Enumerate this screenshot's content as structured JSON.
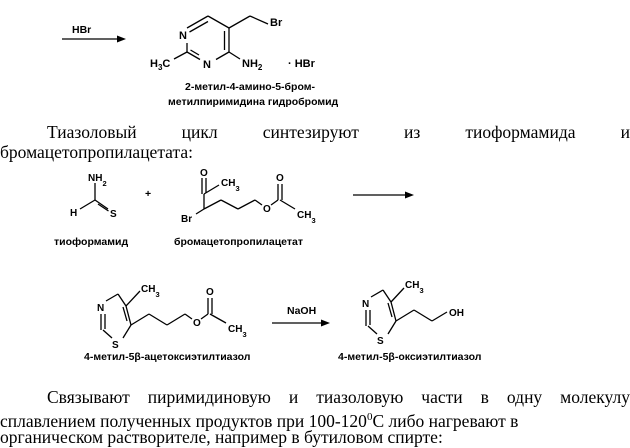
{
  "reaction1": {
    "reagent": "HBr",
    "ring_atoms": {
      "n1": "N",
      "n3": "N"
    },
    "substituents": {
      "bromo": "Br",
      "methyl": "H3C",
      "amino": "NH2",
      "salt": "·  HBr"
    },
    "caption_line1": "2-метил-4-амино-5-бром-",
    "caption_line2": "метилпиримидина гидробромид"
  },
  "paragraph1": {
    "line1_words": [
      "Тиазоловый",
      "цикл",
      "синтезируют",
      "из",
      "тиоформамида",
      "и"
    ],
    "line2": "бромацетопропилацетата:"
  },
  "reaction2": {
    "plus": "+",
    "thioformamide": {
      "nh2": "NH2",
      "h": "H",
      "s": "S",
      "caption": "тиоформамид"
    },
    "bromo_ester": {
      "o_ketone": "O",
      "ch3_ketone": "CH3",
      "br": "Br",
      "o_ester": "O",
      "o_carbonyl": "O",
      "ch3_ester": "CH3",
      "caption": "бромацетопропилацетат"
    }
  },
  "reaction3": {
    "reagent": "NaOH",
    "left": {
      "ch3": "CH3",
      "n": "N",
      "s": "S",
      "o_ester": "O",
      "o_carbonyl": "O",
      "ch3_ester": "CH3",
      "caption": "4-метил-5β-ацетоксиэтилтиазол"
    },
    "right": {
      "ch3": "CH3",
      "n": "N",
      "s": "S",
      "oh": "OH",
      "caption": "4-метил-5β-оксиэтилтиазол"
    }
  },
  "paragraph2": {
    "line1": "Связывают пиримидиновую и тиазоловую части в одну молекулу",
    "line2": "сплавлением полученных продуктов при 100-120",
    "line2_sup": "0",
    "line2_end": "С либо нагревают в",
    "line3": "органическом растворителе, например в бутиловом спирте:"
  }
}
